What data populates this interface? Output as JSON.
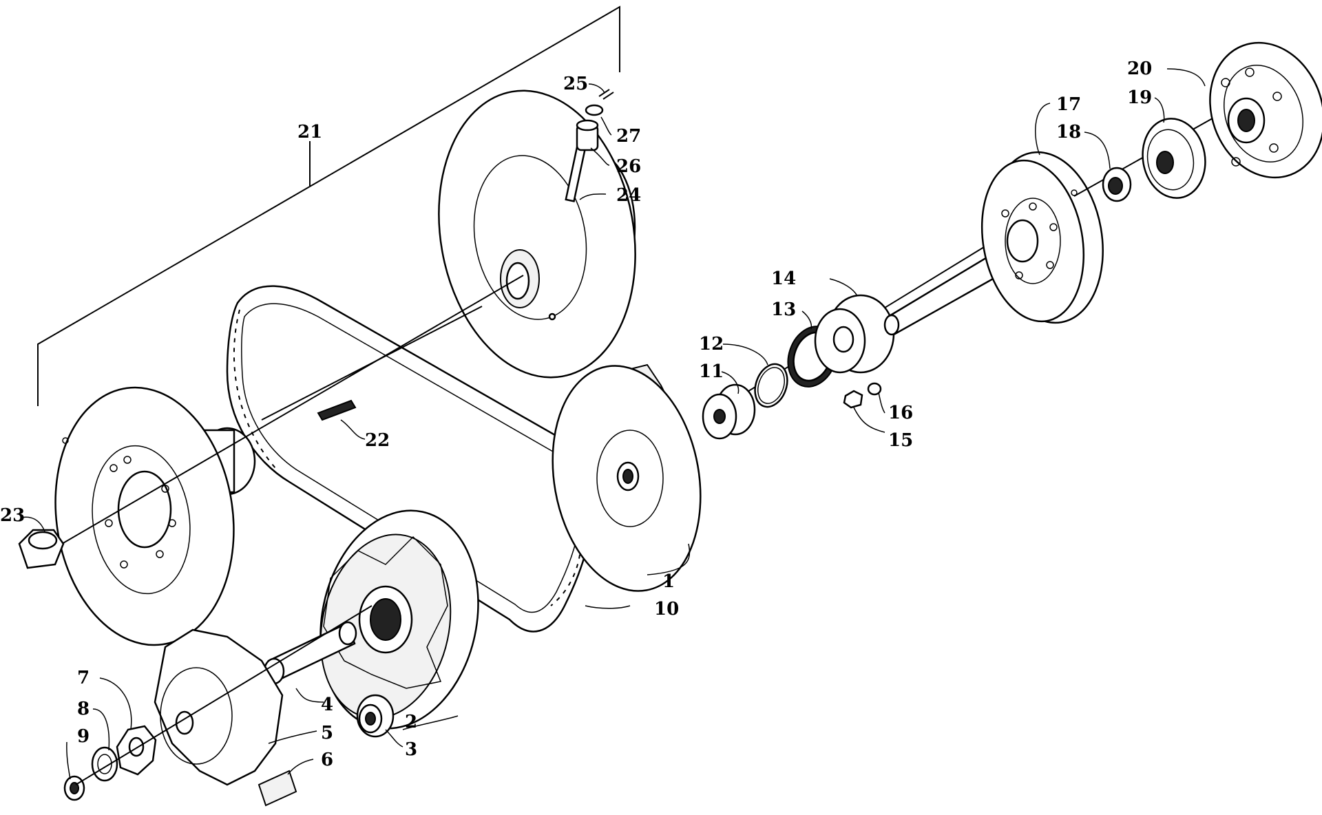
{
  "diagram": {
    "callouts": [
      {
        "id": "1",
        "text": "1"
      },
      {
        "id": "2",
        "text": "2"
      },
      {
        "id": "3",
        "text": "3"
      },
      {
        "id": "4",
        "text": "4"
      },
      {
        "id": "5",
        "text": "5"
      },
      {
        "id": "6",
        "text": "6"
      },
      {
        "id": "7",
        "text": "7"
      },
      {
        "id": "8",
        "text": "8"
      },
      {
        "id": "9",
        "text": "9"
      },
      {
        "id": "10",
        "text": "10"
      },
      {
        "id": "11",
        "text": "11"
      },
      {
        "id": "12",
        "text": "12"
      },
      {
        "id": "13",
        "text": "13"
      },
      {
        "id": "14",
        "text": "14"
      },
      {
        "id": "15",
        "text": "15"
      },
      {
        "id": "16",
        "text": "16"
      },
      {
        "id": "17",
        "text": "17"
      },
      {
        "id": "18",
        "text": "18"
      },
      {
        "id": "19",
        "text": "19"
      },
      {
        "id": "20",
        "text": "20"
      },
      {
        "id": "21",
        "text": "21"
      },
      {
        "id": "22",
        "text": "22"
      },
      {
        "id": "23",
        "text": "23"
      },
      {
        "id": "24",
        "text": "24"
      },
      {
        "id": "25",
        "text": "25"
      },
      {
        "id": "26",
        "text": "26"
      },
      {
        "id": "27",
        "text": "27"
      }
    ]
  }
}
